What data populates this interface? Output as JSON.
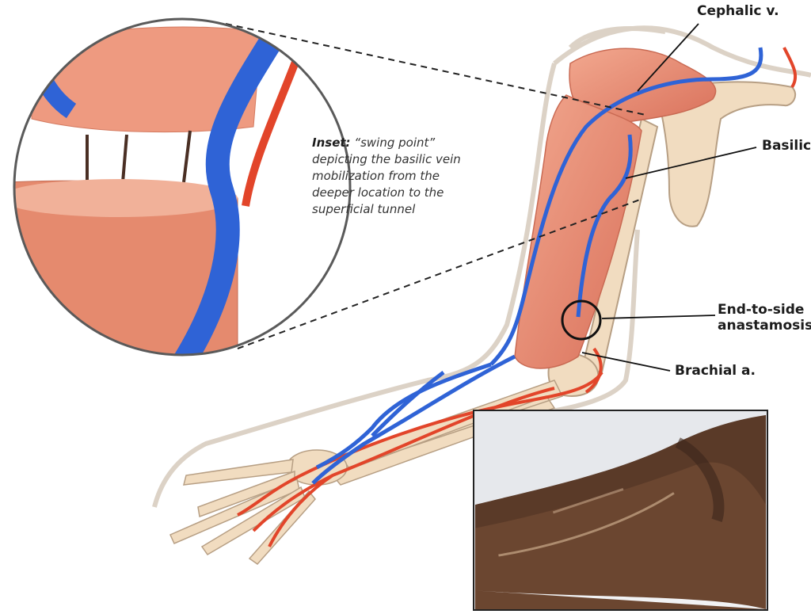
{
  "labels": {
    "cephalic": "Cephalic v.",
    "basilic": "Basilic",
    "anastomosis_line1": "End-to-side",
    "anastomosis_line2": "anastamosis",
    "brachial": "Brachial a."
  },
  "inset_caption": {
    "title": "Inset:",
    "body": "“swing point” depicting the basilic vein mobilization from the deeper location to the superficial tunnel"
  },
  "colors": {
    "vein": "#2f63d6",
    "artery": "#e2452a",
    "muscle": "#e98a6e",
    "bone": "#f1dcc0",
    "skin_outline": "#d9cfc4"
  }
}
